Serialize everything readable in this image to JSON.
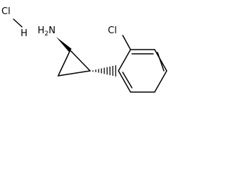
{
  "molecule": {
    "hydrochloride": {
      "cl_label": "Cl",
      "h_label": "H"
    },
    "amine_label": "H2N",
    "aryl_chloro_label": "Cl"
  },
  "colors": {
    "ink": "#000000",
    "background": "#ffffff"
  }
}
